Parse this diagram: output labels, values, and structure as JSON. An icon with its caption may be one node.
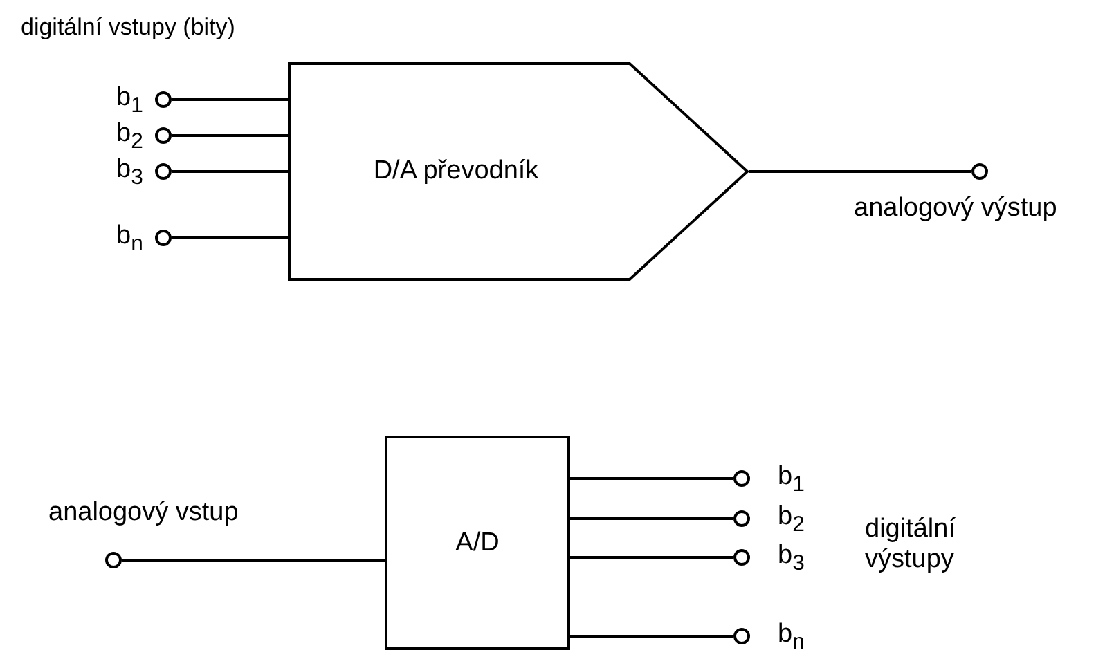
{
  "diagram": {
    "nodes": [
      {
        "text": [
          "D/A převodník"
        ]
      },
      {
        "text": [],
        "shape": "circle",
        "beside": [
          "b$_{1}$"
        ]
      },
      {
        "text": [],
        "shape": "circle",
        "beside": [
          "b$_{2}$"
        ]
      },
      {
        "text": [],
        "shape": "circle",
        "beside": [
          "b$_{3}$"
        ]
      },
      {
        "text": [],
        "shape": "circle",
        "beside": [
          "b$_{n}$"
        ]
      },
      {
        "text": [],
        "shape": "circle",
        "beside": [
          "analogový výstup"
        ]
      },
      {
        "text": [
          "A/D"
        ]
      },
      {
        "text": [],
        "shape": "circle",
        "beside": [
          "analogový vstup"
        ]
      },
      {
        "text": [],
        "shape": "circle",
        "beside": [
          "b$_{1}$"
        ]
      },
      {
        "text": [],
        "shape": "circle",
        "beside": [
          "b$_{2}$"
        ]
      },
      {
        "text": [],
        "shape": "circle",
        "beside": [
          "b$_{3}$"
        ]
      },
      {
        "text": [],
        "shape": "circle",
        "beside": [
          "b$_{n}$"
        ]
      }
    ],
    "edges": [
      {
        "from": 1,
        "to": 0,
        "arrow": "none"
      },
      {
        "from": 2,
        "to": 0,
        "arrow": "none"
      },
      {
        "from": 3,
        "to": 0,
        "arrow": "none"
      },
      {
        "from": 4,
        "to": 0,
        "arrow": "none"
      },
      {
        "from": 0,
        "to": 5,
        "arrow": "none"
      },
      {
        "from": 7,
        "to": 6,
        "arrow": "none"
      },
      {
        "from": 6,
        "to": 8,
        "arrow": "none"
      },
      {
        "from": 6,
        "to": 9,
        "arrow": "none"
      },
      {
        "from": 6,
        "to": 10,
        "arrow": "none"
      },
      {
        "from": 6,
        "to": 11,
        "arrow": "none"
      }
    ],
    "labels": [
      "digitální vstupy (bity)",
      "digitální výstupy"
    ]
  }
}
